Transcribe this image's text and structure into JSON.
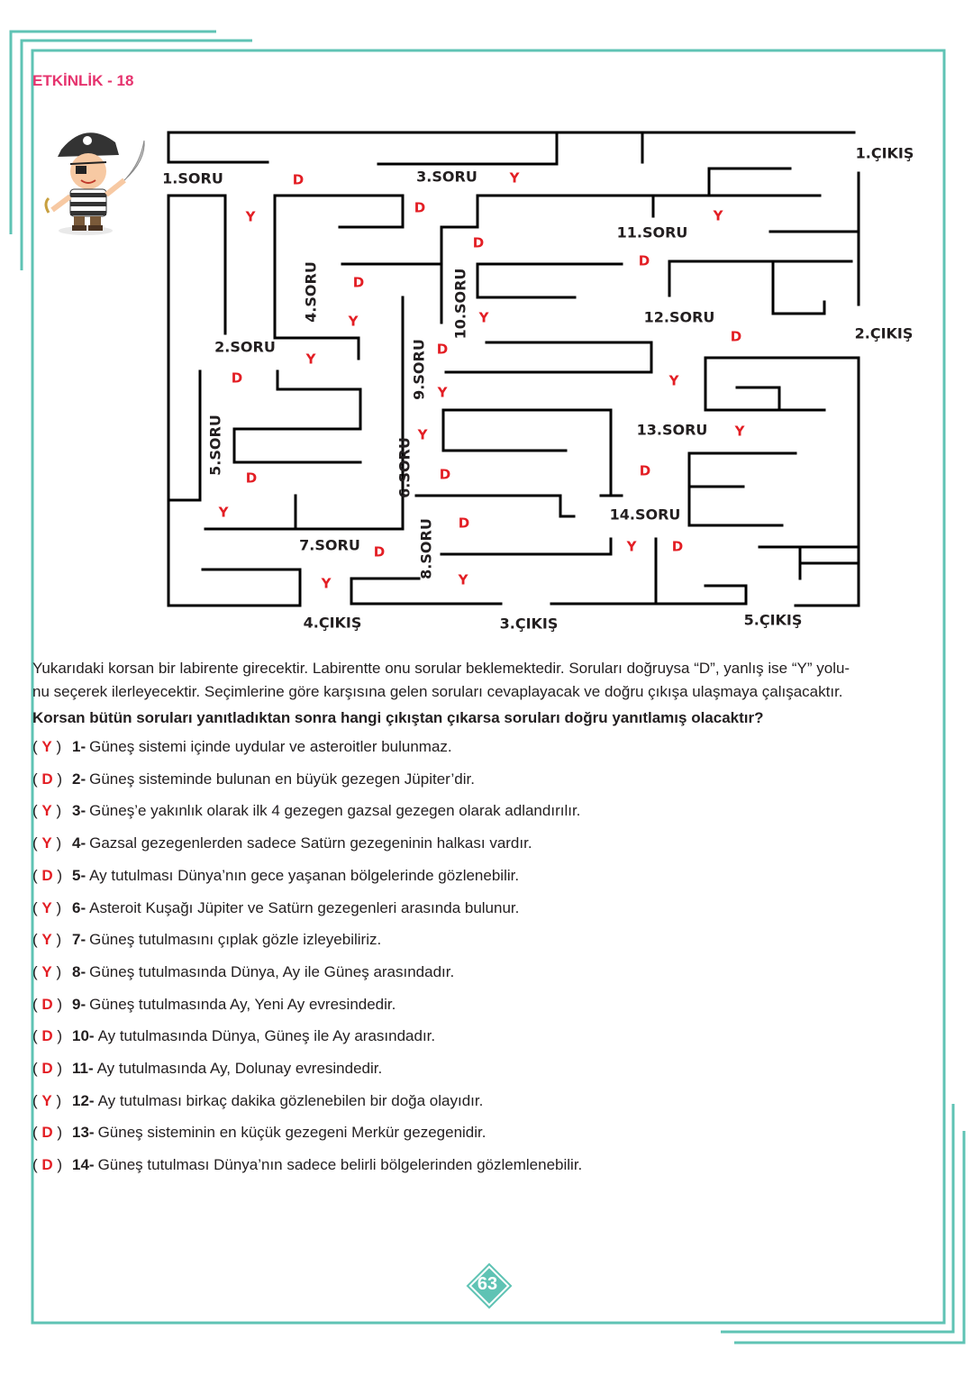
{
  "activity_title": "ETKİNLİK - 18",
  "maze": {
    "questions": [
      "1.SORU",
      "2.SORU",
      "3.SORU",
      "4.SORU",
      "5.SORU",
      "6.SORU",
      "7.SORU",
      "8.SORU",
      "9.SORU",
      "10.SORU",
      "11.SORU",
      "12.SORU",
      "13.SORU",
      "14.SORU"
    ],
    "exits": [
      "1.ÇIKIŞ",
      "2.ÇIKIŞ",
      "3.ÇIKIŞ",
      "4.ÇIKIŞ",
      "5.ÇIKIŞ"
    ],
    "letter_true": "D",
    "letter_false": "Y"
  },
  "intro_text": "Yukarıdaki korsan bir labirente girecektir. Labirentte onu sorular beklemektedir. Soruları doğruysa “D”, yanlış ise “Y” yolu-",
  "intro_text_2": "nu seçerek ilerleyecektir. Seçimlerine göre karşısına gelen soruları cevaplayacak ve doğru çıkışa ulaşmaya çalışacaktır.",
  "question": "Korsan bütün soruları yanıtladıktan sonra hangi çıkıştan çıkarsa soruları doğru yanıtlamış olacaktır?",
  "statements": [
    {
      "answer": "Y",
      "num": "1-",
      "text": "Güneş sistemi içinde uydular ve asteroitler bulunmaz."
    },
    {
      "answer": "D",
      "num": "2-",
      "text": "Güneş sisteminde bulunan en büyük gezegen Jüpiter’dir."
    },
    {
      "answer": "Y",
      "num": "3-",
      "text": "Güneş’e yakınlık olarak ilk 4 gezegen gazsal gezegen olarak adlandırılır."
    },
    {
      "answer": "Y",
      "num": "4-",
      "text": "Gazsal gezegenlerden sadece Satürn gezegeninin halkası vardır."
    },
    {
      "answer": "D",
      "num": "5-",
      "text": "Ay tutulması Dünya’nın gece yaşanan bölgelerinde gözlenebilir."
    },
    {
      "answer": "Y",
      "num": "6-",
      "text": "Asteroit Kuşağı Jüpiter ve Satürn gezegenleri arasında bulunur."
    },
    {
      "answer": "Y",
      "num": "7-",
      "text": "Güneş tutulmasını çıplak gözle izleyebiliriz."
    },
    {
      "answer": "Y",
      "num": "8-",
      "text": "Güneş tutulmasında Dünya, Ay ile Güneş arasındadır."
    },
    {
      "answer": "D",
      "num": "9-",
      "text": "Güneş tutulmasında Ay, Yeni Ay evresindedir."
    },
    {
      "answer": "D",
      "num": "10-",
      "text": "Ay tutulmasında Dünya, Güneş ile Ay arasındadır."
    },
    {
      "answer": "D",
      "num": "11-",
      "text": "Ay tutulmasında Ay, Dolunay evresindedir."
    },
    {
      "answer": "Y",
      "num": "12-",
      "text": "Ay tutulması birkaç dakika gözlenebilen bir doğa olayıdır."
    },
    {
      "answer": "D",
      "num": "13-",
      "text": "Güneş sisteminin en küçük gezegeni Merkür gezegenidir."
    },
    {
      "answer": "D",
      "num": "14-",
      "text": "Güneş tutulması Dünya’nın sadece belirli bölgelerinden gözlemlenebilir."
    }
  ],
  "page_number": "63",
  "colors": {
    "frame": "#5fc3b4",
    "title": "#e6336e",
    "answer": "#e31e24"
  }
}
